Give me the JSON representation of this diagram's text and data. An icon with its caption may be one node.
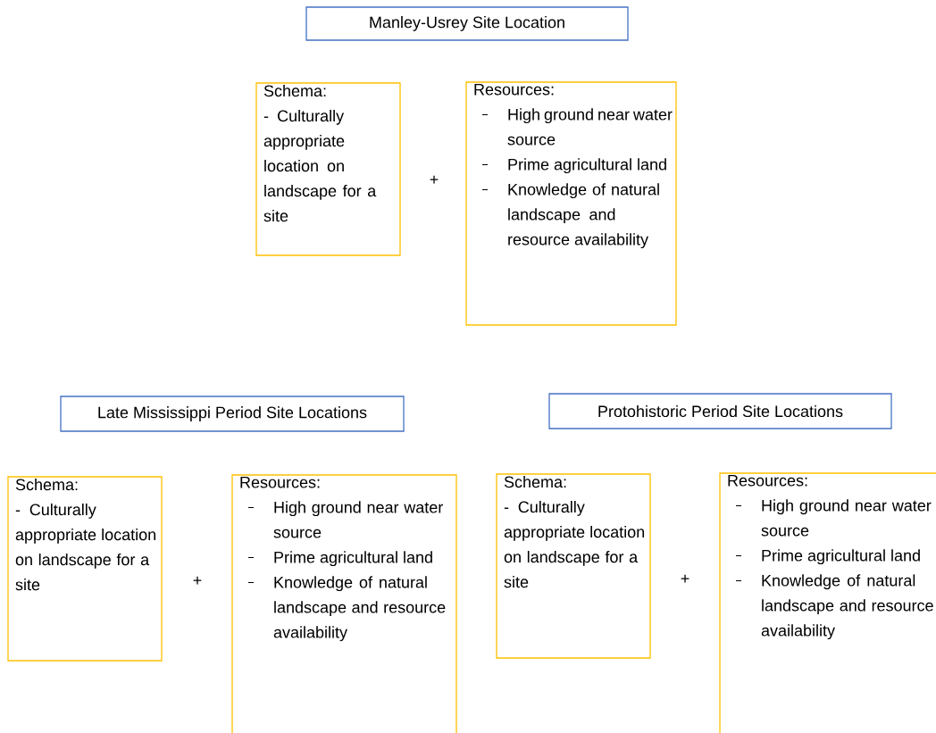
{
  "diagram": {
    "nodes": [
      {
        "text": [
          "Manley-Usrey Site Location"
        ]
      },
      {
        "text": [
          "Schema:",
          "- Culturally appropriate location on landscape for a site"
        ]
      },
      {
        "text": [
          "Resources:",
          "High ground near water source",
          "Prime agricultural land",
          "Knowledge of natural landscape and resource availability"
        ]
      },
      {
        "text": [
          "Late Mississippi Period Site Locations"
        ]
      },
      {
        "text": [
          "Protohistoric Period Site Locations"
        ]
      },
      {
        "text": [
          "Schema:",
          "- Culturally appropriate location on landscape for a site"
        ]
      },
      {
        "text": [
          "Resources:",
          "High ground near water source",
          "Prime agricultural land",
          "Knowledge of natural landscape and resource availability"
        ]
      },
      {
        "text": [
          "Schema:",
          "- Culturally appropriate location on landscape for a site"
        ]
      },
      {
        "text": [
          "Resources:",
          "High ground near water source",
          "Prime agricultural land",
          "Knowledge of natural landscape and resource availability"
        ]
      }
    ],
    "edges": [],
    "labels": [
      "+",
      "+",
      "+"
    ]
  }
}
